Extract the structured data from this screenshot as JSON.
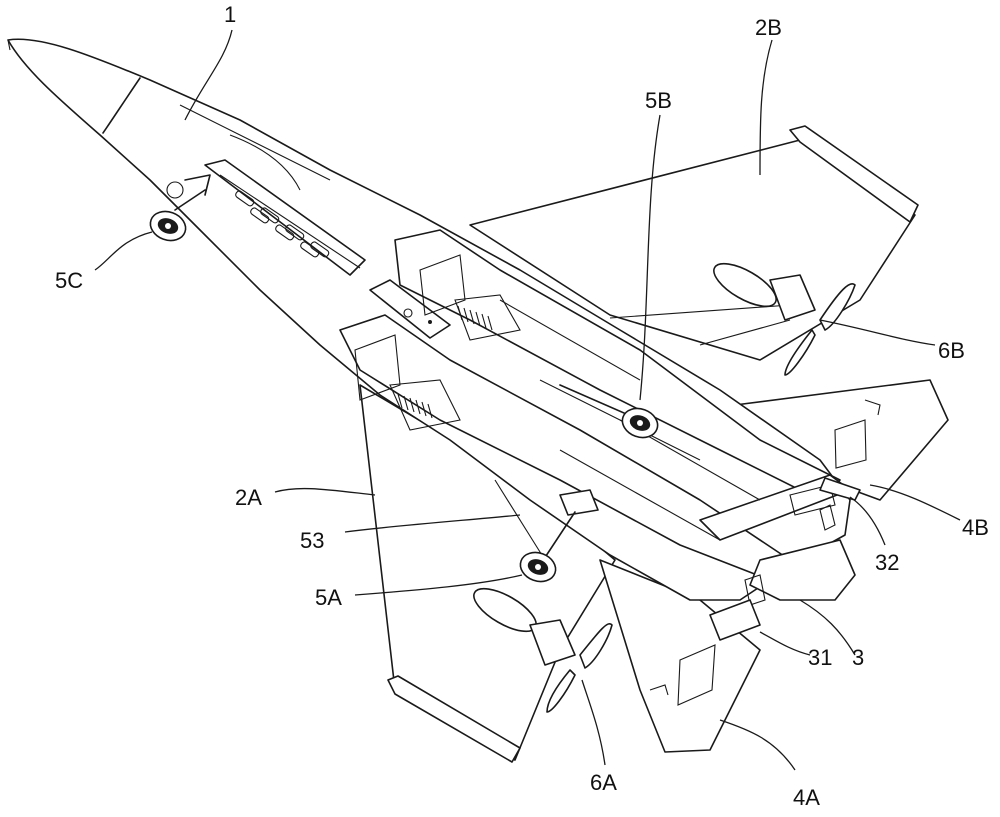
{
  "labels": {
    "fuselage": "1",
    "wing_right": "2B",
    "wing_left": "2A",
    "motor_front": "5C",
    "motor_right": "5B",
    "motor_left": "5A",
    "prop_right": "6B",
    "prop_left": "6A",
    "tail_right": "4B",
    "tail_left": "4A",
    "part_32": "32",
    "part_31": "31",
    "part_3": "3",
    "part_53": "53"
  }
}
